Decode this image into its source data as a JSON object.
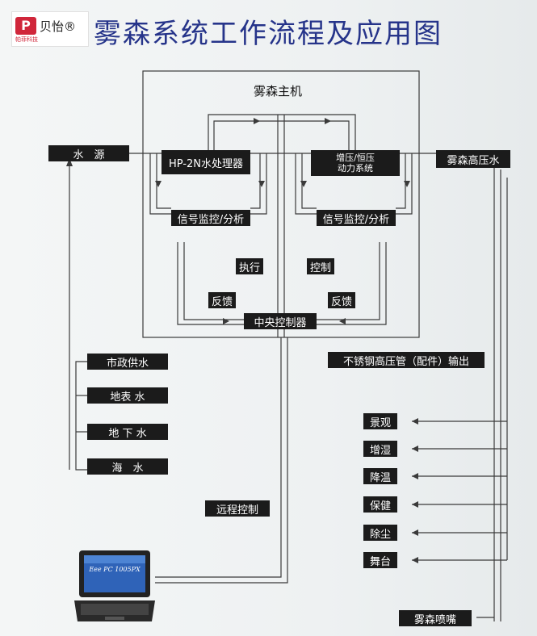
{
  "logo": {
    "brand": "贝怡®",
    "sub": "帕菲科技"
  },
  "title": "雾森系统工作流程及应用图",
  "host": {
    "label": "雾森主机"
  },
  "nodes": {
    "water_source": "水　源",
    "hp2n": "HP-2N水处理器",
    "booster": "增压/恒压\n动力系统",
    "mist_hp_water": "雾森高压水",
    "signal_left": "信号监控/分析",
    "signal_right": "信号监控/分析",
    "execute": "执行",
    "control": "控制",
    "feedback_left": "反馈",
    "feedback_right": "反馈",
    "central_controller": "中央控制器",
    "pipe_output": "不锈钢高压管（配件）输出",
    "remote_control": "远程控制",
    "nozzle": "雾森喷嘴"
  },
  "water_sources": [
    "市政供水",
    "地表 水",
    "地 下 水",
    "海　水"
  ],
  "applications": [
    "景观",
    "增湿",
    "降温",
    "保健",
    "除尘",
    "舞台"
  ],
  "laptop": {
    "brand_text": "Eee PC 1005PX"
  },
  "colors": {
    "title": "#26348a",
    "box": "#1b1b1b",
    "line": "#3a3a3a",
    "logo_red": "#d0263a"
  }
}
